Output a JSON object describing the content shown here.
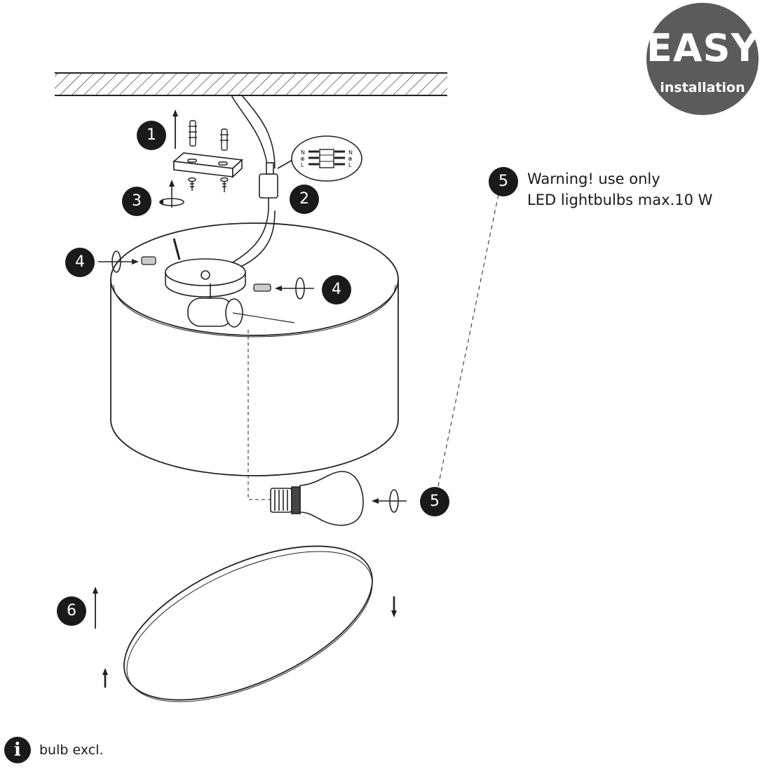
{
  "badge": {
    "title": "EASY",
    "subtitle": "installation"
  },
  "steps": [
    "1",
    "2",
    "3",
    "4",
    "4",
    "5",
    "5",
    "6"
  ],
  "warning": {
    "line1": "Warning! use only",
    "line2": "LED lightbulbs max.10 W"
  },
  "terminal_labels": {
    "neutral": "N",
    "earth": "⊕",
    "live": "L"
  },
  "footer": {
    "info_icon": "info-icon",
    "text": "bulb excl."
  },
  "colors": {
    "ink": "#1a1a1a",
    "badge": "#5b5b5b",
    "background": "#ffffff"
  }
}
